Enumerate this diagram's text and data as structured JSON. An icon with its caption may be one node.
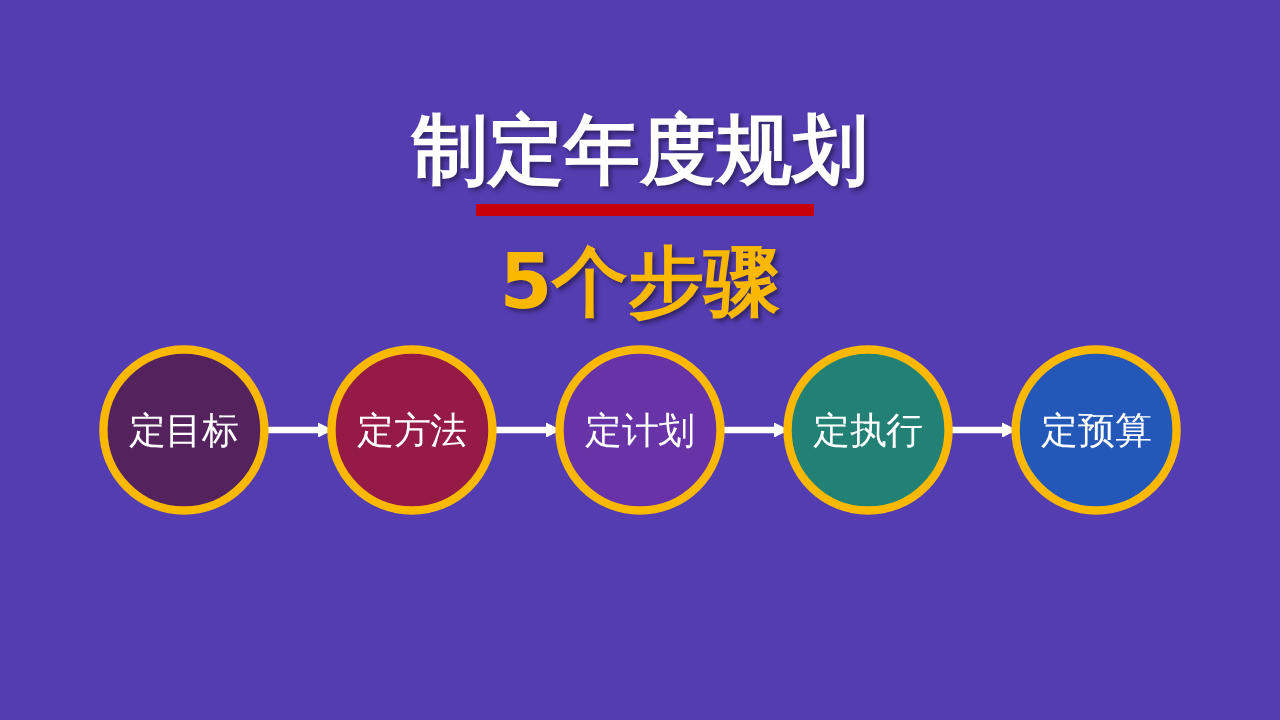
{
  "diagram": {
    "title": "制定年度规划",
    "nodes": [
      {
        "text": [
          "定目标"
        ]
      },
      {
        "text": [
          "定方法"
        ]
      },
      {
        "text": [
          "定计划"
        ]
      },
      {
        "text": [
          "定执行"
        ]
      },
      {
        "text": [
          "定预算"
        ]
      }
    ],
    "edges": [
      {
        "from": 0,
        "to": 1,
        "arrow": "to"
      },
      {
        "from": 1,
        "to": 2,
        "arrow": "to"
      },
      {
        "from": 2,
        "to": 3,
        "arrow": "to"
      },
      {
        "from": 3,
        "to": 4,
        "arrow": "to"
      }
    ],
    "labels": [
      "5个步骤"
    ]
  }
}
